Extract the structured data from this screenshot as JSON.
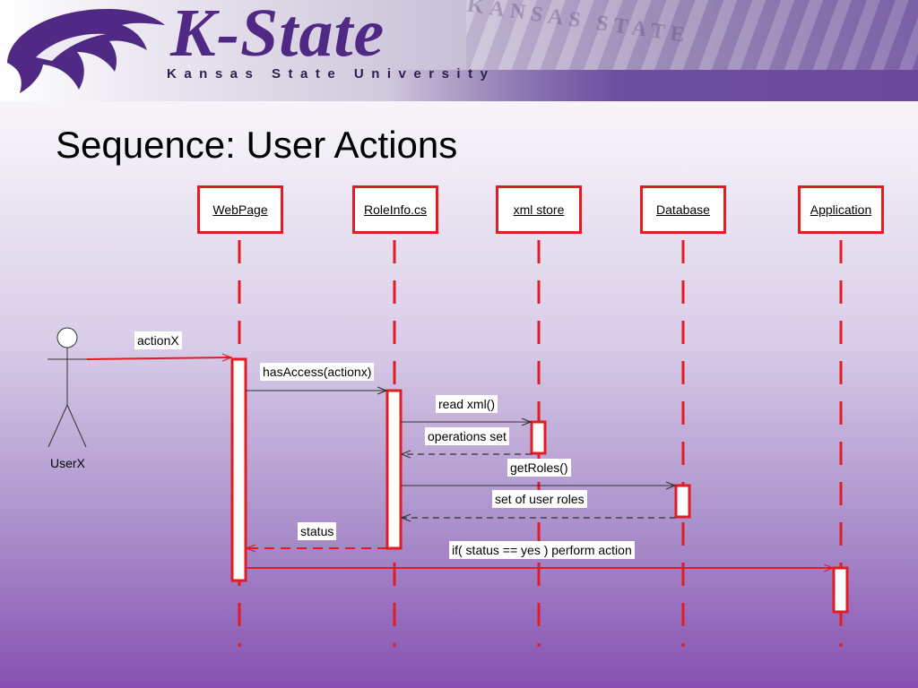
{
  "banner": {
    "brand": "K-State",
    "subtitle": "Kansas State University",
    "backdrop_text": "KANSAS STATE"
  },
  "slide": {
    "title": "Sequence: User Actions"
  },
  "diagram": {
    "actor": {
      "label": "UserX"
    },
    "objects": [
      {
        "label": "WebPage"
      },
      {
        "label": "RoleInfo.cs"
      },
      {
        "label": "xml store"
      },
      {
        "label": "Database"
      },
      {
        "label": "Application"
      }
    ],
    "messages": [
      {
        "label": "actionX",
        "from": "UserX",
        "to": "WebPage",
        "kind": "call"
      },
      {
        "label": "hasAccess(actionx)",
        "from": "WebPage",
        "to": "RoleInfo.cs",
        "kind": "call"
      },
      {
        "label": "read xml()",
        "from": "RoleInfo.cs",
        "to": "xml store",
        "kind": "call"
      },
      {
        "label": "operations set",
        "from": "xml store",
        "to": "RoleInfo.cs",
        "kind": "return"
      },
      {
        "label": "getRoles()",
        "from": "RoleInfo.cs",
        "to": "Database",
        "kind": "call"
      },
      {
        "label": "set of user roles",
        "from": "Database",
        "to": "RoleInfo.cs",
        "kind": "return"
      },
      {
        "label": "status",
        "from": "RoleInfo.cs",
        "to": "WebPage",
        "kind": "return"
      },
      {
        "label": "if( status == yes ) perform action",
        "from": "WebPage",
        "to": "Application",
        "kind": "call"
      }
    ],
    "colors": {
      "accent": "#e31b23",
      "ink": "#333333",
      "brand_purple": "#4f2984"
    }
  }
}
